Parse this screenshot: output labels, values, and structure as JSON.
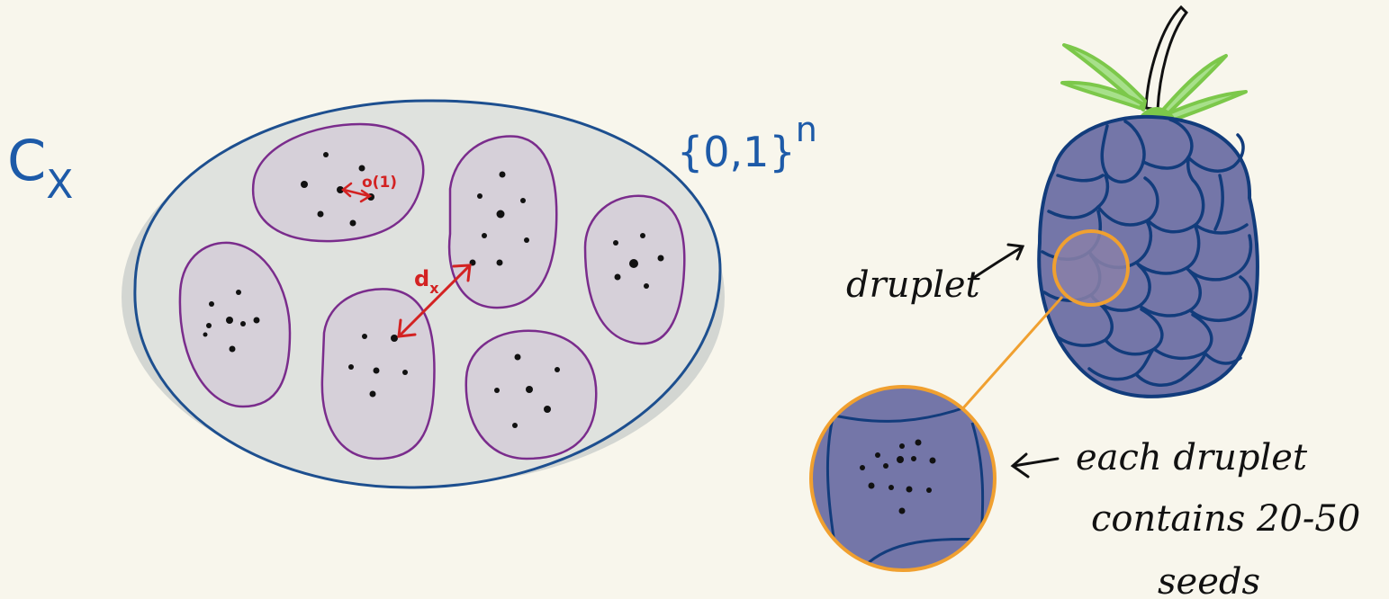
{
  "labels": {
    "space_label": "C",
    "space_subscript": "X",
    "cube_label": "{0,1}",
    "cube_exponent": "n",
    "distance_label": "d",
    "distance_subscript": "x",
    "cluster_size_label": "o(1)",
    "droplet_label": "druplet",
    "caption_line1": "each druplet",
    "caption_line2": "contains 20-50",
    "caption_line3": "seeds"
  },
  "colors": {
    "background": "#f8f6ec",
    "space_fill": "#dfe2de",
    "space_stroke": "#1d4f8f",
    "cluster_fill": "#d6d0d9",
    "cluster_stroke": "#7a2c8c",
    "seed": "#111111",
    "annotation_red": "#d32222",
    "berry_fill": "#7476a8",
    "berry_stroke": "#123c7c",
    "leaf_green": "#7cc84a",
    "magnifier_orange": "#f0a030",
    "stem": "#111111"
  }
}
